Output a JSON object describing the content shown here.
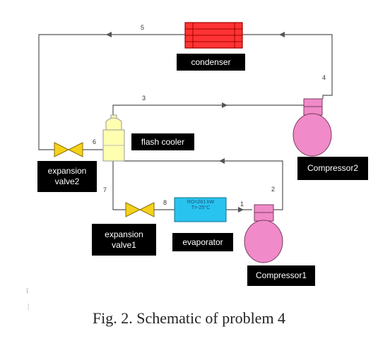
{
  "labels": {
    "condenser": "condenser",
    "flash_cooler": "flash cooler",
    "expansion_valve2": "expansion valve2",
    "expansion_valve1": "expansion valve1",
    "evaporator": "evaporator",
    "compressor1": "Compressor1",
    "compressor2": "Compressor2"
  },
  "evaporator_note": [
    "RO=281 kW",
    "T=-25°C"
  ],
  "streams": [
    "1",
    "2",
    "3",
    "4",
    "5",
    "6",
    "7",
    "8"
  ],
  "caption": "Fig. 2. Schematic of problem 4",
  "stray_marks": [
    "ї",
    "|"
  ],
  "colors": {
    "condenser": "#ff3333",
    "compressor": "#f08ac8",
    "flash_cooler": "#ffffb0",
    "valve": "#f5d21a",
    "evaporator": "#29c3ef",
    "pipe": "#555555"
  }
}
